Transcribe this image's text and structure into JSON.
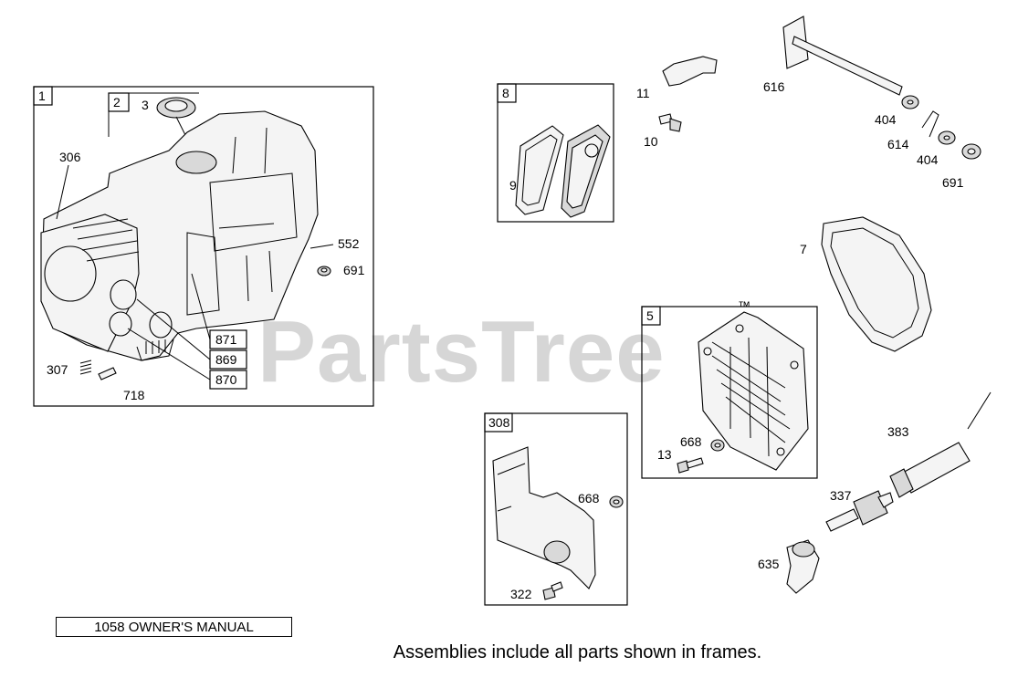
{
  "watermark": {
    "text": "PartsTree",
    "mark": "™"
  },
  "frames": {
    "f1": "1",
    "f2": "2",
    "f8": "8",
    "f5": "5",
    "f308": "308"
  },
  "labels": {
    "p3": "3",
    "p306": "306",
    "p552": "552",
    "p691a": "691",
    "p871": "871",
    "p869": "869",
    "p870": "870",
    "p307": "307",
    "p718": "718",
    "p9": "9",
    "p11": "11",
    "p10": "10",
    "p616": "616",
    "p404a": "404",
    "p614": "614",
    "p404b": "404",
    "p691b": "691",
    "p7": "7",
    "p13": "13",
    "p668a": "668",
    "p383": "383",
    "p337": "337",
    "p635": "635",
    "p668b": "668",
    "p322": "322"
  },
  "manual_label": "1058 OWNER'S MANUAL",
  "footer_note": "Assemblies include all parts shown in frames."
}
